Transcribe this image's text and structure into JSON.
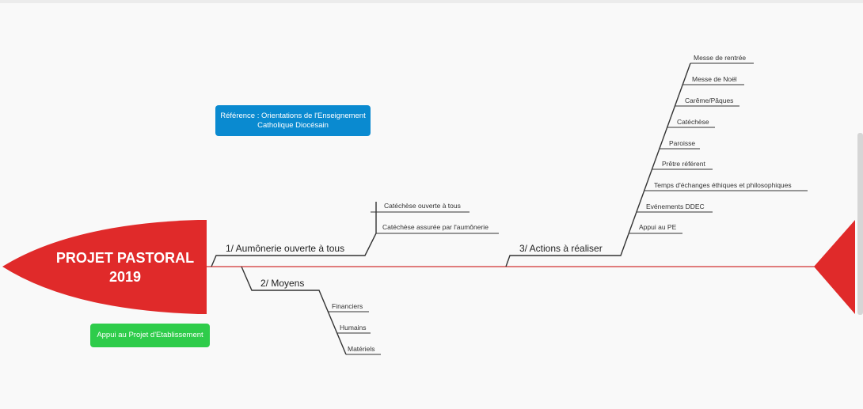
{
  "diagram": {
    "head_title": "PROJET PASTORAL",
    "head_year": "2019",
    "branches": [
      {
        "label": "1/ Aumônerie ouverte à tous",
        "items": [
          "Catéchèse ouverte à tous",
          "Catéchèse assurée par l'aumônerie"
        ]
      },
      {
        "label": "2/ Moyens",
        "items": [
          "Financiers",
          "Humains",
          "Matériels"
        ]
      },
      {
        "label": "3/ Actions à réaliser",
        "items": [
          "Messe de rentrée",
          "Messe de Noël",
          "Carême/Pâques",
          "Catéchèse",
          "Paroisse",
          "Prêtre référent",
          "Temps d'échanges éthiques et philosophiques",
          "Evénements DDEC",
          "Appui au PE"
        ]
      }
    ],
    "notes": {
      "reference": "Référence : Orientations de l'Enseignement Catholique Diocésain",
      "appui": "Appui au Projet d'Etablissement"
    },
    "colors": {
      "head": "#e02a2a",
      "spine": "#d23232",
      "branch": "#333333",
      "note_blue": "#0a8ad0",
      "note_green": "#2ecc4a"
    }
  }
}
